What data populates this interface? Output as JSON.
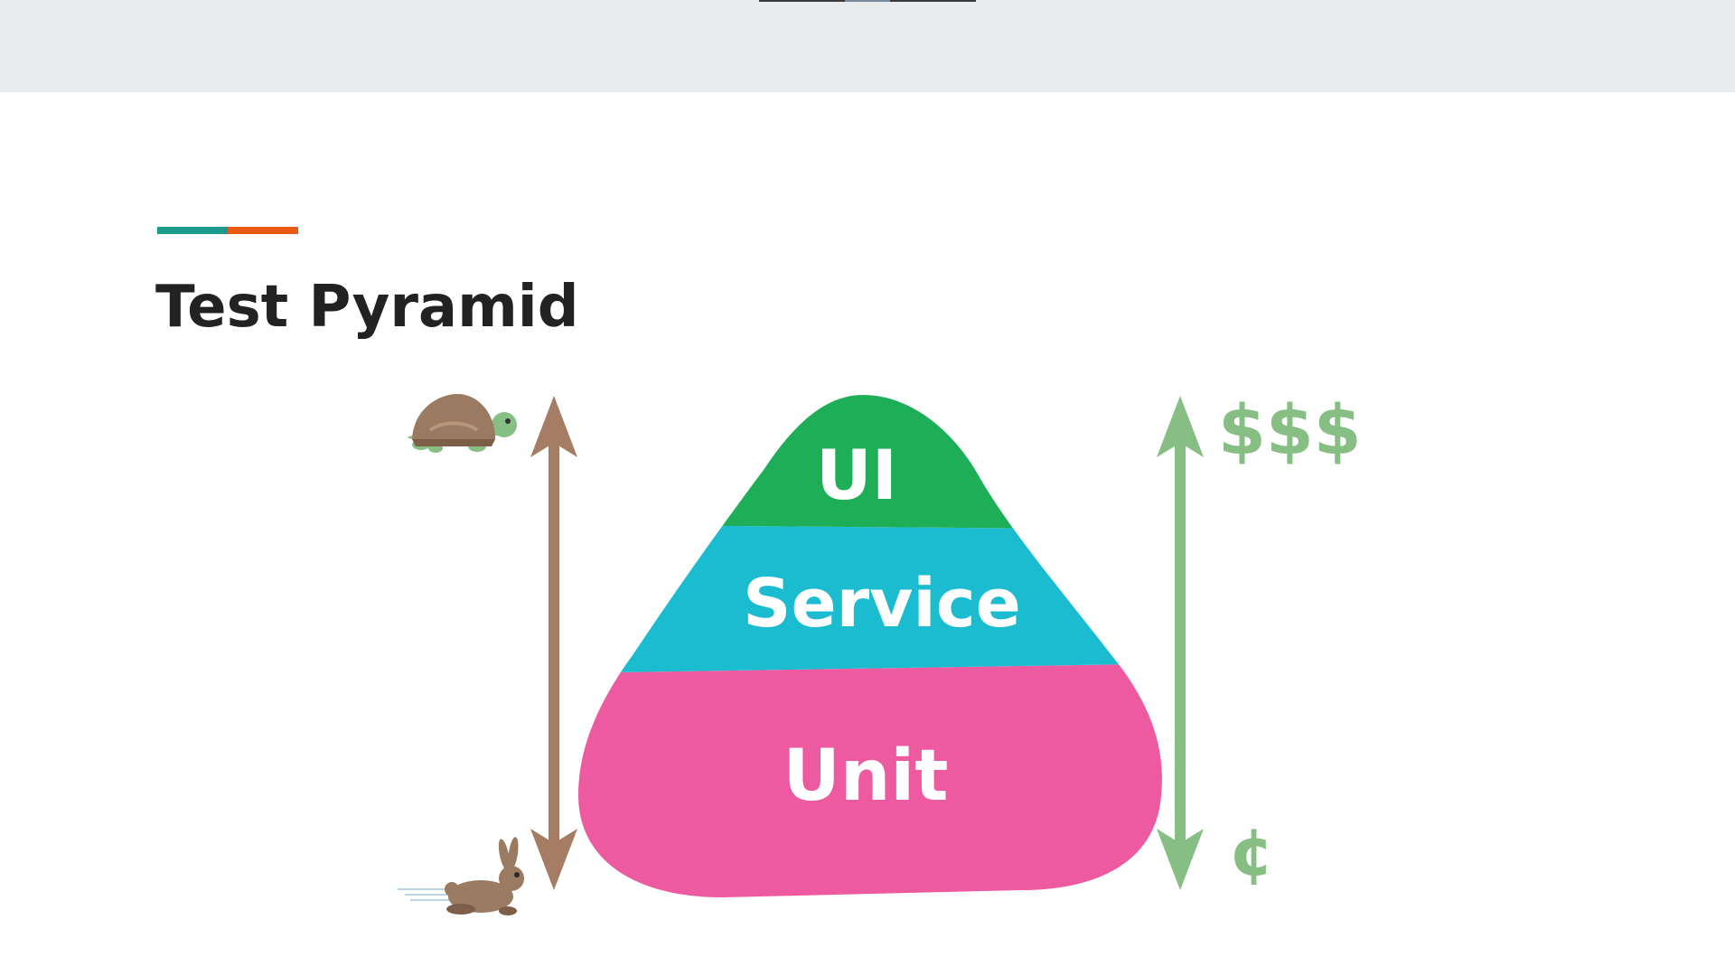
{
  "slide": {
    "title": "Test Pyramid",
    "accent_colors": [
      "#1a9a8a",
      "#e85a12"
    ]
  },
  "pyramid": {
    "layers": [
      {
        "label": "UI",
        "color": "#1fae58"
      },
      {
        "label": "Service",
        "color": "#1bbcd0"
      },
      {
        "label": "Unit",
        "color": "#ee5aa0"
      }
    ]
  },
  "speed_axis": {
    "color": "#a57c64",
    "top_icon": "turtle-icon",
    "bottom_icon": "rabbit-icon"
  },
  "cost_axis": {
    "color": "#86be84",
    "top_label": "$$$",
    "bottom_label": "¢"
  }
}
